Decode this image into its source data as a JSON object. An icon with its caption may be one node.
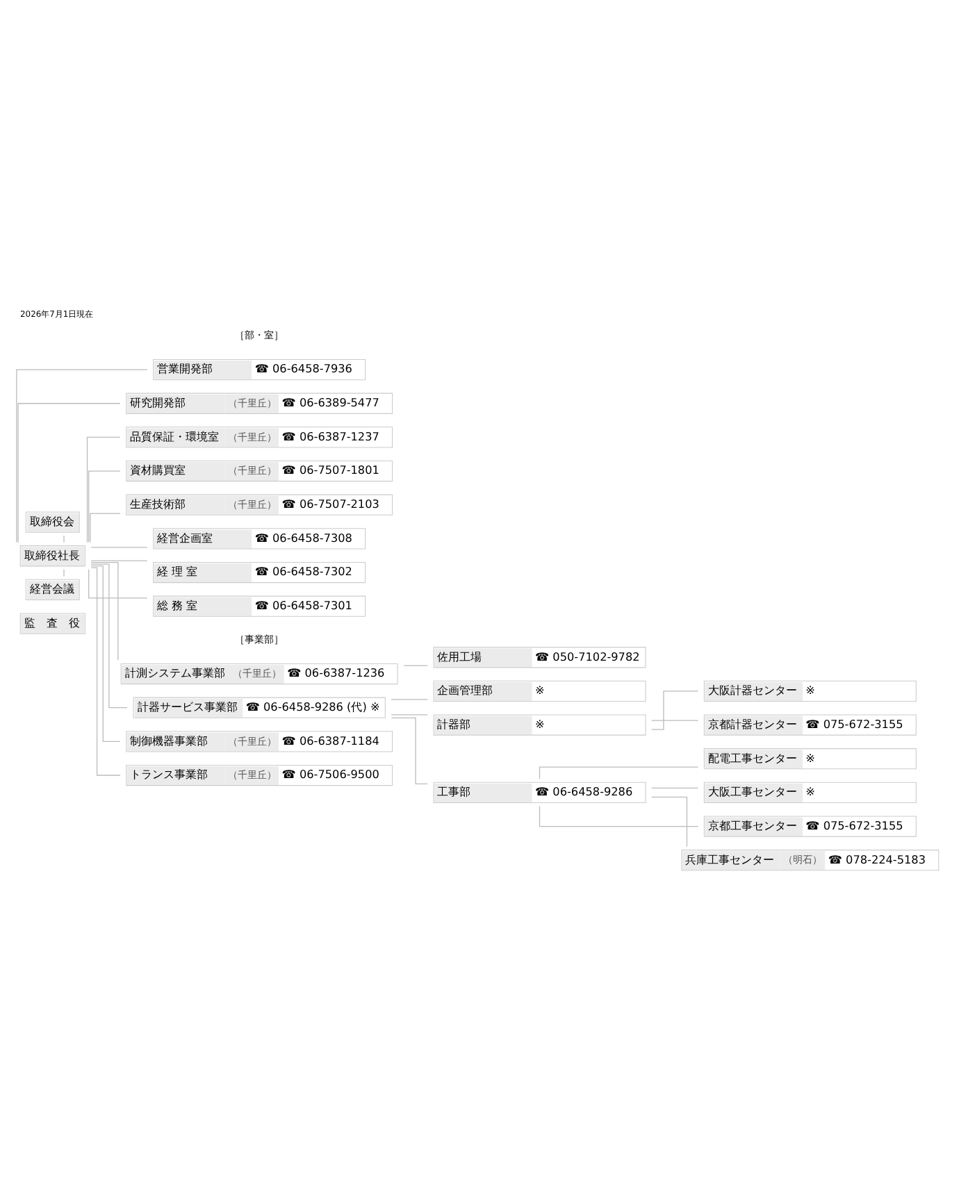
{
  "diagram": {
    "title": "2026年7月1日現在",
    "nodes": [
      {
        "text": [
          "取締役会"
        ]
      },
      {
        "text": [
          "取締役社長"
        ]
      },
      {
        "text": [
          "経営会議"
        ]
      },
      {
        "text": [
          "監　査　役"
        ]
      },
      {
        "text": [
          "営業開発部",
          "☎ 06-6458-7936"
        ]
      },
      {
        "text": [
          "研究開発部",
          "（千里丘）",
          "☎ 06-6389-5477"
        ]
      },
      {
        "text": [
          "品質保証・環境室",
          "（千里丘）",
          "☎ 06-6387-1237"
        ]
      },
      {
        "text": [
          "資材購買室",
          "（千里丘）",
          "☎ 06-7507-1801"
        ]
      },
      {
        "text": [
          "生産技術部",
          "（千里丘）",
          "☎ 06-7507-2103"
        ]
      },
      {
        "text": [
          "経営企画室",
          "☎ 06-6458-7308"
        ]
      },
      {
        "text": [
          "経 理 室",
          "☎ 06-6458-7302"
        ]
      },
      {
        "text": [
          "総 務 室",
          "☎ 06-6458-7301"
        ]
      },
      {
        "text": [
          "計測システム事業部",
          "（千里丘）",
          "☎ 06-6387-1236"
        ]
      },
      {
        "text": [
          "佐用工場",
          "☎ 050-7102-9782"
        ]
      },
      {
        "text": [
          "計器サービス事業部",
          "☎ 06-6458-9286 (代) ※"
        ]
      },
      {
        "text": [
          "企画管理部",
          "※"
        ]
      },
      {
        "text": [
          "計器部",
          "※"
        ]
      },
      {
        "text": [
          "大阪計器センター",
          "※"
        ]
      },
      {
        "text": [
          "京都計器センター",
          "☎ 075-672-3155"
        ]
      },
      {
        "text": [
          "工事部",
          "☎ 06-6458-9286"
        ]
      },
      {
        "text": [
          "配電工事センター",
          "※"
        ]
      },
      {
        "text": [
          "大阪工事センター",
          "※"
        ]
      },
      {
        "text": [
          "京都工事センター",
          "☎ 075-672-3155"
        ]
      },
      {
        "text": [
          "兵庫工事センター",
          "（明石）",
          "☎ 078-224-5183"
        ]
      },
      {
        "text": [
          "制御機器事業部",
          "（千里丘）",
          "☎ 06-6387-1184"
        ]
      },
      {
        "text": [
          "トランス事業部",
          "（千里丘）",
          "☎ 06-7506-9500"
        ]
      }
    ],
    "edges": [
      {
        "from": 0,
        "to": 1,
        "arrow": "none"
      },
      {
        "from": 1,
        "to": 2,
        "arrow": "none"
      },
      {
        "from": 1,
        "to": 4,
        "arrow": "none"
      },
      {
        "from": 1,
        "to": 5,
        "arrow": "none"
      },
      {
        "from": 1,
        "to": 6,
        "arrow": "none"
      },
      {
        "from": 1,
        "to": 7,
        "arrow": "none"
      },
      {
        "from": 1,
        "to": 8,
        "arrow": "none"
      },
      {
        "from": 1,
        "to": 9,
        "arrow": "none"
      },
      {
        "from": 1,
        "to": 10,
        "arrow": "none"
      },
      {
        "from": 1,
        "to": 11,
        "arrow": "none"
      },
      {
        "from": 1,
        "to": 12,
        "arrow": "none"
      },
      {
        "from": 1,
        "to": 14,
        "arrow": "none"
      },
      {
        "from": 1,
        "to": 24,
        "arrow": "none"
      },
      {
        "from": 1,
        "to": 25,
        "arrow": "none"
      },
      {
        "from": 12,
        "to": 13,
        "arrow": "none"
      },
      {
        "from": 14,
        "to": 15,
        "arrow": "none"
      },
      {
        "from": 14,
        "to": 16,
        "arrow": "none"
      },
      {
        "from": 14,
        "to": 19,
        "arrow": "none"
      },
      {
        "from": 16,
        "to": 17,
        "arrow": "none"
      },
      {
        "from": 16,
        "to": 18,
        "arrow": "none"
      },
      {
        "from": 19,
        "to": 20,
        "arrow": "none"
      },
      {
        "from": 19,
        "to": 21,
        "arrow": "none"
      },
      {
        "from": 19,
        "to": 22,
        "arrow": "none"
      },
      {
        "from": 19,
        "to": 23,
        "arrow": "none"
      }
    ],
    "labels": [
      "［部・室］",
      "［事業部］"
    ]
  }
}
